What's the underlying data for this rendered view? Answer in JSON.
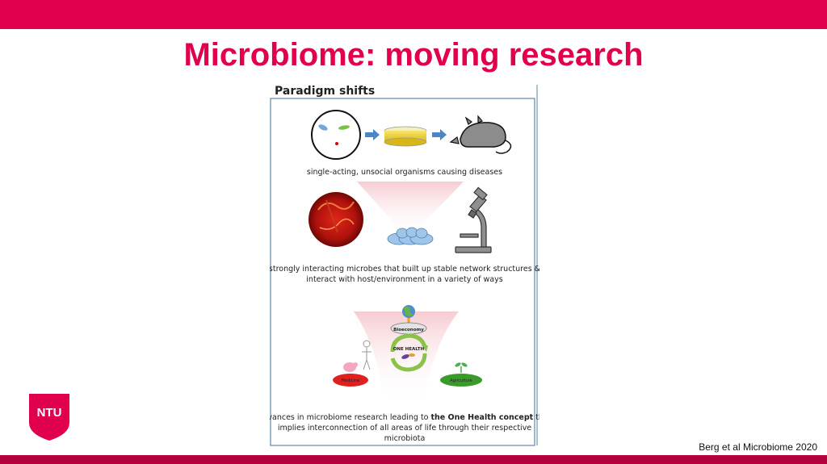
{
  "slide": {
    "title": "Microbiome: moving research",
    "citation": "Berg et al Microbiome 2020"
  },
  "logo": {
    "text": "NTU",
    "color": "#e0004d"
  },
  "colors": {
    "accent": "#e0004d",
    "bottom_bar": "#b3003c",
    "frame": "#5f86a8"
  },
  "figure": {
    "heading": "Paradigm shifts",
    "caption1": "single-acting, unsocial organisms causing diseases",
    "caption2_line1": "strongly interacting microbes that built up stable network structures &",
    "caption2_line2": "interact with host/environment in a variety of ways",
    "caption3_pre": "advances in microbiome research leading to ",
    "caption3_bold": "the One Health concept",
    "caption3_post": " that",
    "caption3_line2": "implies interconnection of all areas of  life through their respective",
    "caption3_line3": "microbiota",
    "labels": {
      "bioeconomy": "Bioeconomy",
      "one_health": "ONE HEALTH",
      "medicine": "Medicine",
      "agriculture": "Agriculture"
    }
  }
}
